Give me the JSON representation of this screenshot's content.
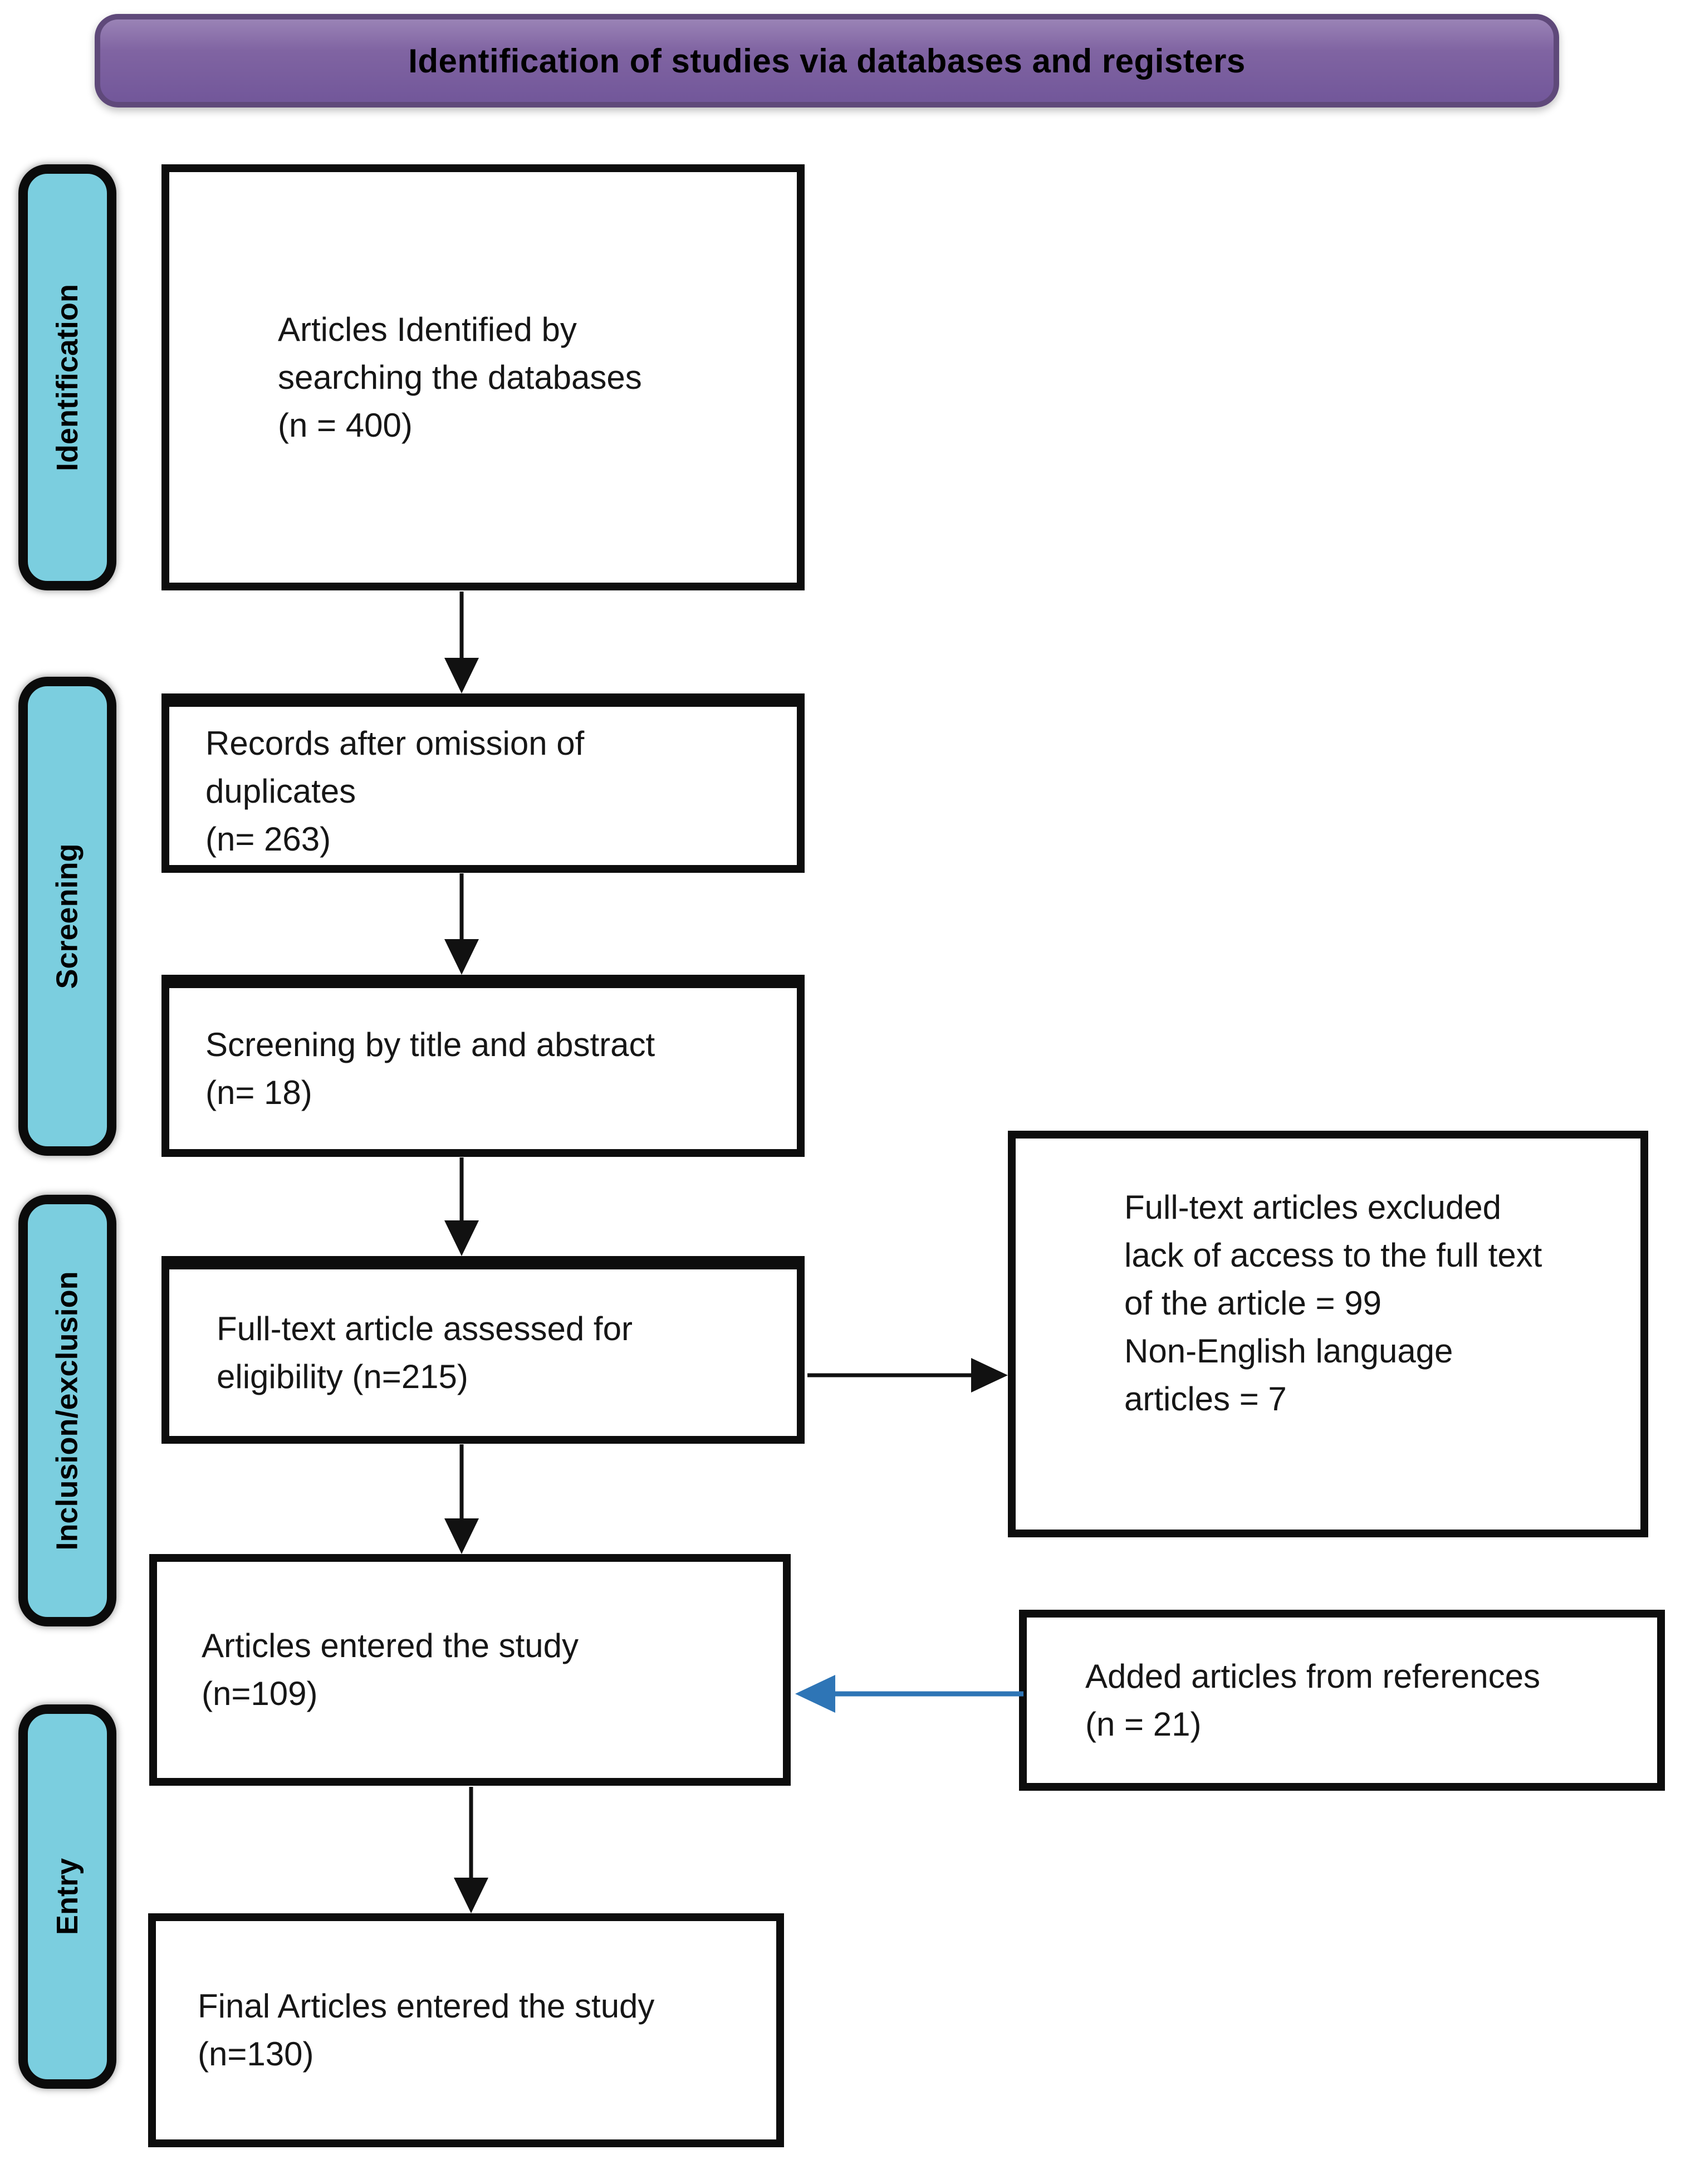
{
  "figure": {
    "header": {
      "label": "Identification of studies via databases and registers"
    },
    "sidebar": [
      {
        "label": "Identification"
      },
      {
        "label": "Screening"
      },
      {
        "label": "Inclusion/exclusion"
      },
      {
        "label": "Entry"
      }
    ],
    "boxes": {
      "identified": "Articles Identified by\nsearching the databases\n(n = 400)",
      "deduplicated": "Records after omission of\nduplicates\n(n= 263)",
      "screened": "Screening by title and abstract\n(n= 18)",
      "fulltext": "Full-text article assessed for\neligibility (n=215)",
      "entered": "Articles entered the study\n(n=109)",
      "final": "Final Articles entered the study\n(n=130)",
      "excluded": "Full-text articles excluded\nlack of access to the full text\nof the article = 99\nNon-English language\narticles = 7",
      "added": "Added articles from references\n(n = 21)"
    },
    "colors": {
      "purple_fill": "#8064A2",
      "purple_light": "#9A83B6",
      "purple_dark": "#72579A",
      "purple_border": "#5F497A",
      "cyan_fill": "#7BCEDF",
      "arrow_blue": "#2E75B6",
      "line_black": "#111111"
    }
  }
}
